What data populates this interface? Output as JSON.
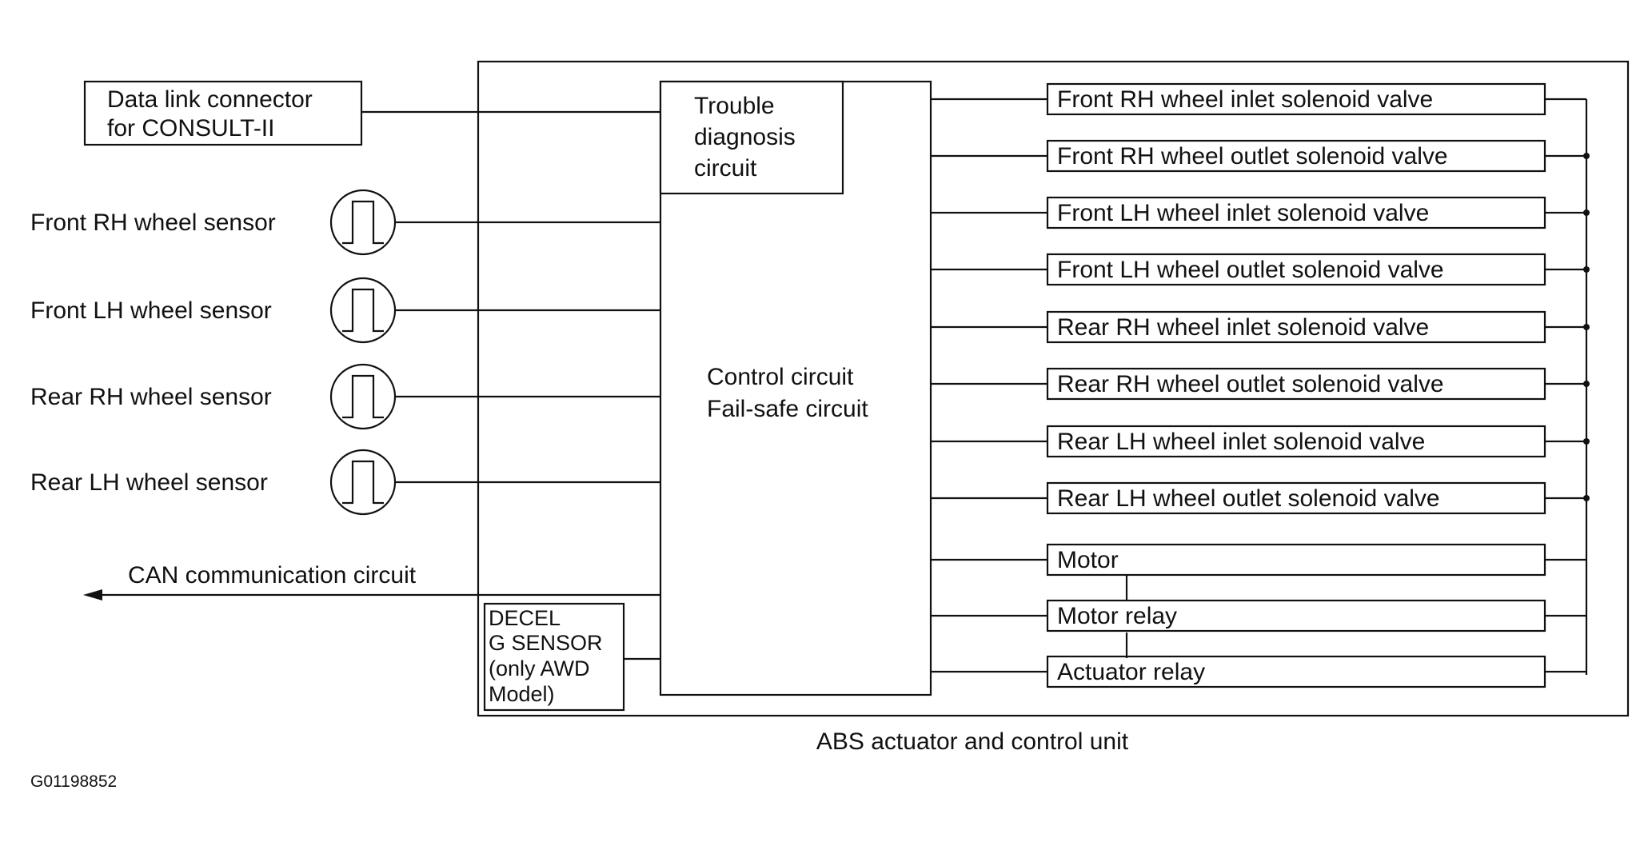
{
  "diagram": {
    "unit_label": "ABS actuator and control unit",
    "figure_id": "G01198852",
    "data_link": {
      "line1": "Data link connector",
      "line2": "for CONSULT-II"
    },
    "trouble_diag": {
      "line1": "Trouble",
      "line2": "diagnosis",
      "line3": "circuit"
    },
    "control": {
      "line1": "Control circuit",
      "line2": "Fail-safe circuit"
    },
    "can_label": "CAN communication circuit",
    "decel": {
      "line1": "DECEL",
      "line2": "G SENSOR",
      "line3": "(only AWD",
      "line4": "Model)"
    },
    "sensors": [
      "Front RH wheel sensor",
      "Front LH wheel sensor",
      "Rear RH wheel sensor",
      "Rear LH wheel sensor"
    ],
    "outputs": [
      "Front RH wheel inlet solenoid valve",
      "Front RH wheel outlet solenoid valve",
      "Front LH wheel inlet solenoid valve",
      "Front LH wheel outlet solenoid valve",
      "Rear RH wheel inlet solenoid valve",
      "Rear RH wheel outlet solenoid valve",
      "Rear LH wheel inlet solenoid valve",
      "Rear LH wheel outlet solenoid valve",
      "Motor",
      "Motor relay",
      "Actuator relay"
    ]
  }
}
